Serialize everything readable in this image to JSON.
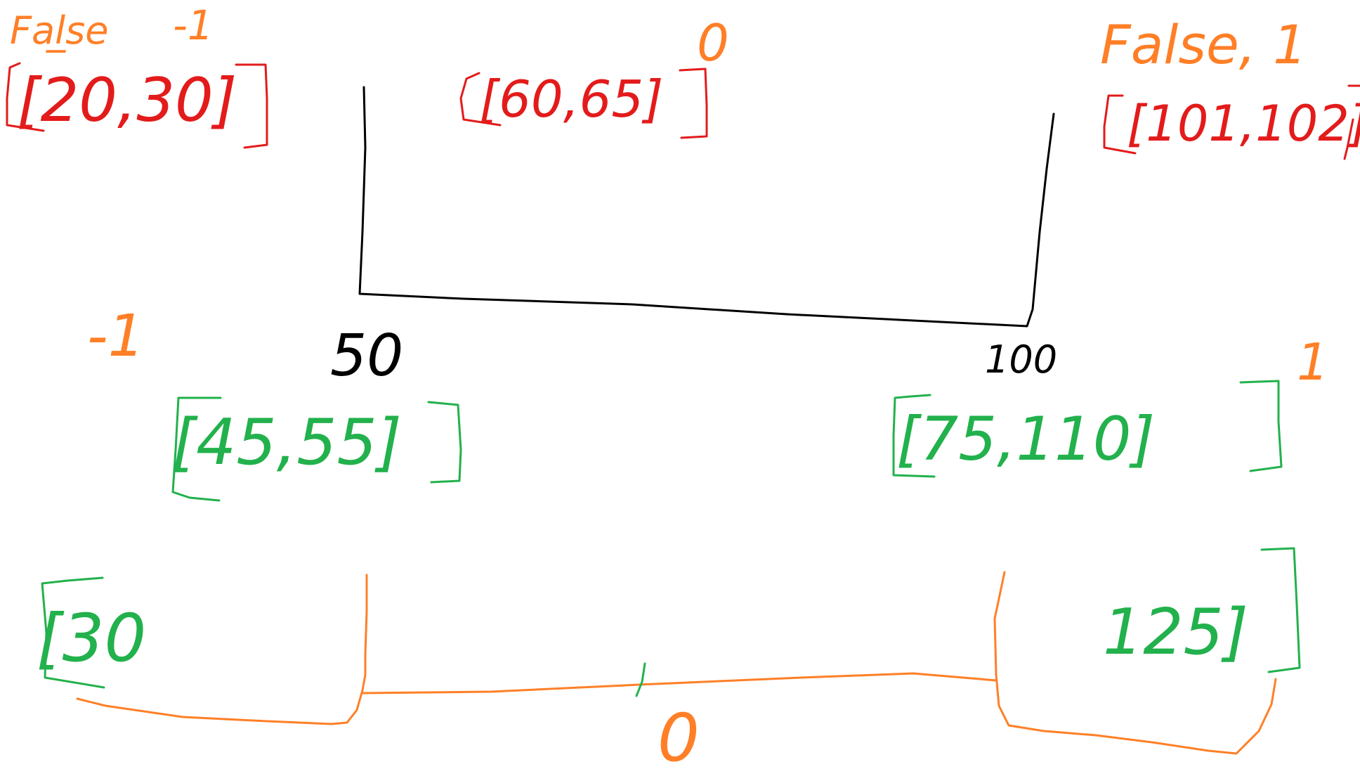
{
  "colors": {
    "background": "#ffffff",
    "black": "#000000",
    "red": "#e31b1b",
    "orange": "#ff7f27",
    "green": "#22b14c"
  },
  "top_section": {
    "left_label": {
      "word": "Fal̲se",
      "value": "-1"
    },
    "left_interval": "[20,30]",
    "middle_value": "0",
    "middle_interval": "[60,65]",
    "right_label": "False, 1",
    "right_interval": "[101,102]",
    "threshold_left": "50",
    "threshold_right": "100"
  },
  "middle_section": {
    "left_value": "-1",
    "left_interval": "[45,55]",
    "right_value": "1",
    "right_interval": "[75,110]"
  },
  "bottom_section": {
    "left_value": "[30",
    "middle_value": "0",
    "right_value": "125]"
  }
}
